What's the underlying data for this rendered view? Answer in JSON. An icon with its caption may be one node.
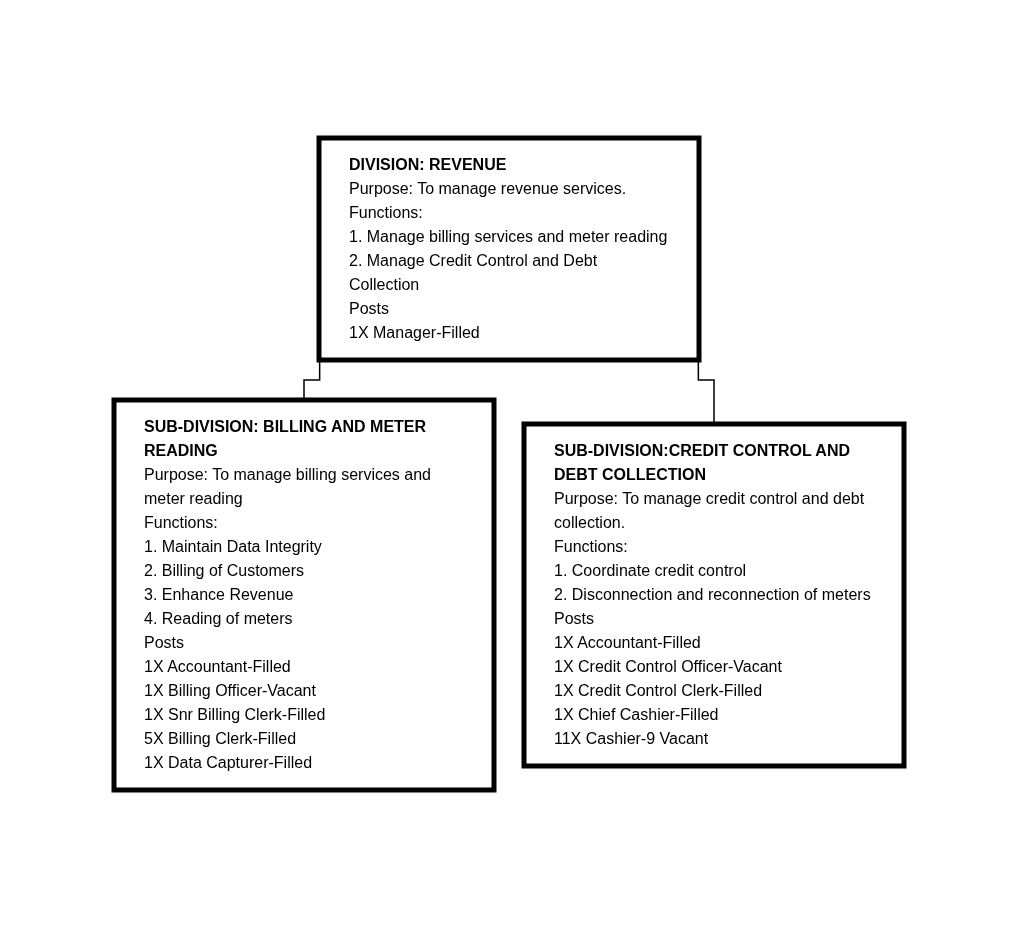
{
  "diagram": {
    "nodes": [
      {
        "text": [
          "DIVISION: REVENUE",
          "Purpose: To manage revenue services.",
          "Functions:",
          "1. Manage billing services and meter reading",
          "2. Manage Credit Control and Debt Collection",
          "Posts",
          "1X Manager-Filled"
        ]
      },
      {
        "text": [
          "SUB-DIVISION: BILLING AND METER READING",
          "Purpose: To manage billing services and meter reading",
          "Functions:",
          "1. Maintain Data Integrity",
          "2. Billing of Customers",
          "3. Enhance Revenue",
          "4. Reading of meters",
          "Posts",
          "1X Accountant-Filled",
          "1X Billing Officer-Vacant",
          "1X Snr Billing Clerk-Filled",
          "5X Billing Clerk-Filled",
          "1X Data Capturer-Filled"
        ]
      },
      {
        "text": [
          "SUB-DIVISION:CREDIT CONTROL AND DEBT COLLECTION",
          "Purpose: To manage credit control and debt collection.",
          "Functions:",
          "1. Coordinate credit control",
          "2. Disconnection and reconnection of meters",
          "Posts",
          "1X Accountant-Filled",
          "1X Credit Control Officer-Vacant",
          "1X Credit Control Clerk-Filled",
          "1X Chief Cashier-Filled",
          "11X Cashier-9 Vacant"
        ]
      }
    ],
    "edges": [
      {
        "from": 0,
        "to": 1,
        "arrow": "none"
      },
      {
        "from": 0,
        "to": 2,
        "arrow": "none"
      }
    ]
  }
}
